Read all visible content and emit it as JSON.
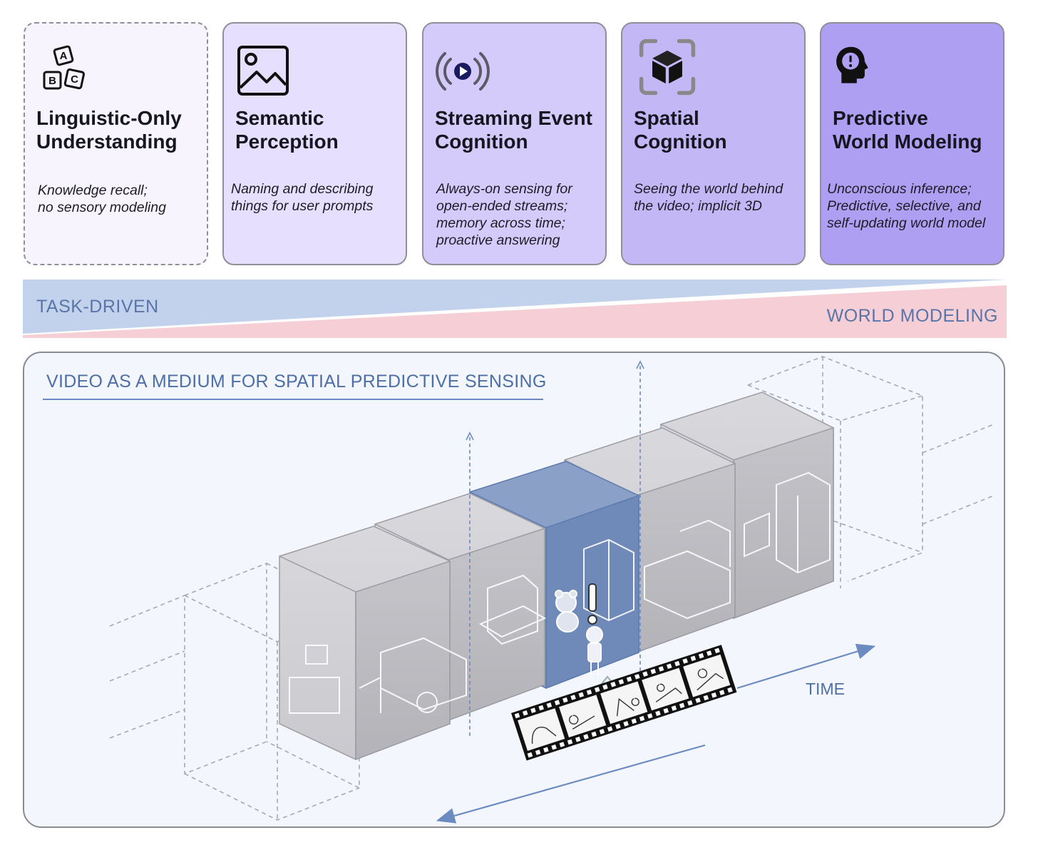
{
  "cards": [
    {
      "icon": "abc-blocks-icon",
      "title": [
        "Linguistic-Only",
        "Understanding"
      ],
      "desc": [
        "Knowledge recall;",
        "no sensory modeling"
      ],
      "bg": "#f7f4fe",
      "dashed": true
    },
    {
      "icon": "image-icon",
      "title": [
        "Semantic",
        "Perception"
      ],
      "desc": [
        "Naming and describing",
        "things for user prompts"
      ],
      "bg": "#e6dffd",
      "dashed": false
    },
    {
      "icon": "streaming-icon",
      "title": [
        "Streaming Event",
        "Cognition"
      ],
      "desc": [
        "Always-on sensing for",
        "open-ended streams;",
        "memory across time;",
        "proactive answering"
      ],
      "bg": "#d5cbfa",
      "dashed": false
    },
    {
      "icon": "cube-icon",
      "title": [
        "Spatial",
        "Cognition"
      ],
      "desc": [
        "Seeing the world behind",
        "the video; implicit 3D"
      ],
      "bg": "#c4b7f6",
      "dashed": false
    },
    {
      "icon": "mind-alert-icon",
      "title": [
        "Predictive",
        "World Modeling"
      ],
      "desc": [
        "Unconscious inference;",
        "Predictive, selective, and",
        "self-updating world model"
      ],
      "bg": "#ae9ff2",
      "dashed": false
    }
  ],
  "spectrum": {
    "left_label": "TASK-DRIVEN",
    "right_label": "WORLD MODELING",
    "left_color": "#c3d2ec",
    "right_color": "#f5cfd5"
  },
  "panel": {
    "title": "VIDEO AS A MEDIUM FOR SPATIAL PREDICTIVE SENSING",
    "time_label": "TIME",
    "accent": "#4d6fa6",
    "highlight_color": "#7f97c3"
  }
}
